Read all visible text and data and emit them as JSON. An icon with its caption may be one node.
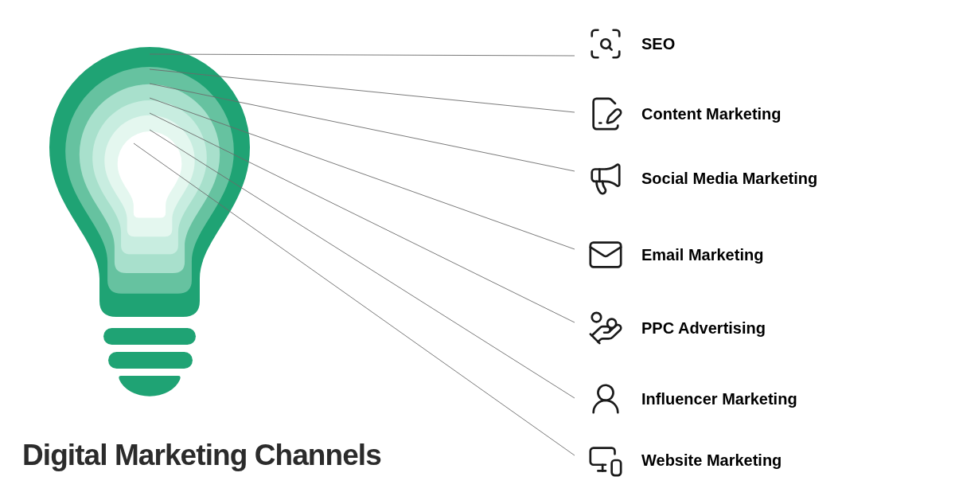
{
  "diagram": {
    "title": "Digital Marketing Channels",
    "nodes": [
      {
        "text": [
          "SEO"
        ]
      },
      {
        "text": [
          "Content Marketing"
        ]
      },
      {
        "text": [
          "Social Media Marketing"
        ]
      },
      {
        "text": [
          "Email Marketing"
        ]
      },
      {
        "text": [
          "PPC Advertising"
        ]
      },
      {
        "text": [
          "Influencer Marketing"
        ]
      },
      {
        "text": [
          "Website Marketing"
        ]
      }
    ],
    "edges": [
      {
        "from": null,
        "to": 0,
        "arrow": "none"
      },
      {
        "from": null,
        "to": 1,
        "arrow": "none"
      },
      {
        "from": null,
        "to": 2,
        "arrow": "none"
      },
      {
        "from": null,
        "to": 3,
        "arrow": "none"
      },
      {
        "from": null,
        "to": 4,
        "arrow": "none"
      },
      {
        "from": null,
        "to": 5,
        "arrow": "none"
      },
      {
        "from": null,
        "to": 6,
        "arrow": "none"
      }
    ]
  }
}
